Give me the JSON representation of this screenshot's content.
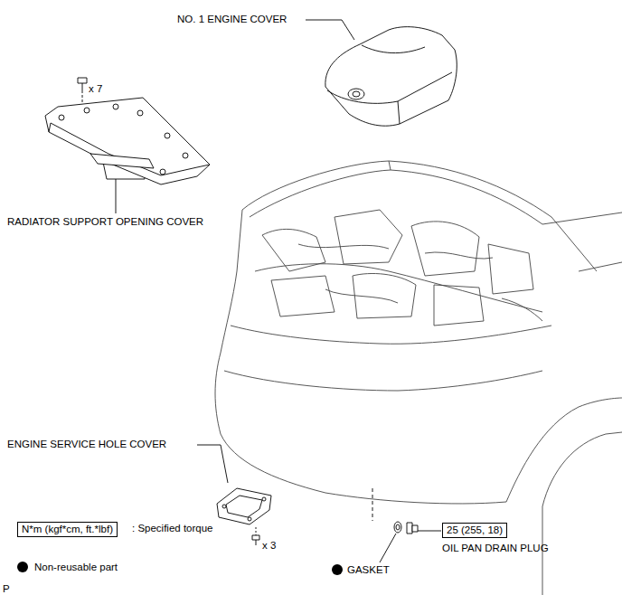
{
  "diagram": {
    "nodes": [
      {
        "text": [
          "25 (255, 18)"
        ]
      },
      {
        "text": [
          "N*m (kgf*cm, ft.*lbf)"
        ]
      }
    ],
    "labels": [
      "NO. 1 ENGINE COVER",
      "x 7",
      "RADIATOR SUPPORT OPENING COVER",
      "ENGINE SERVICE HOLE COVER",
      "x 3",
      "GASKET",
      "OIL PAN DRAIN PLUG",
      "P"
    ],
    "legend": [
      {
        "text": ": Specified torque"
      },
      {
        "text": "Non-reusable part"
      }
    ]
  }
}
